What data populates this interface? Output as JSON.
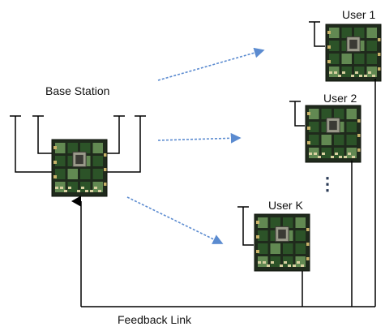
{
  "diagram": {
    "base_station_label": "Base Station",
    "user_labels": [
      "User 1",
      "User 2",
      "User K"
    ],
    "feedback_label": "Feedback Link",
    "ellipsis": "⋮"
  },
  "colors": {
    "line": "#000000",
    "arrow": "#5b8bd0",
    "board_dark": "#1f2a1c",
    "board_green": "#2f5a2a",
    "board_light": "#6f9a5c",
    "chip": "#9a9a8a",
    "chip_dark": "#3a3a34"
  }
}
